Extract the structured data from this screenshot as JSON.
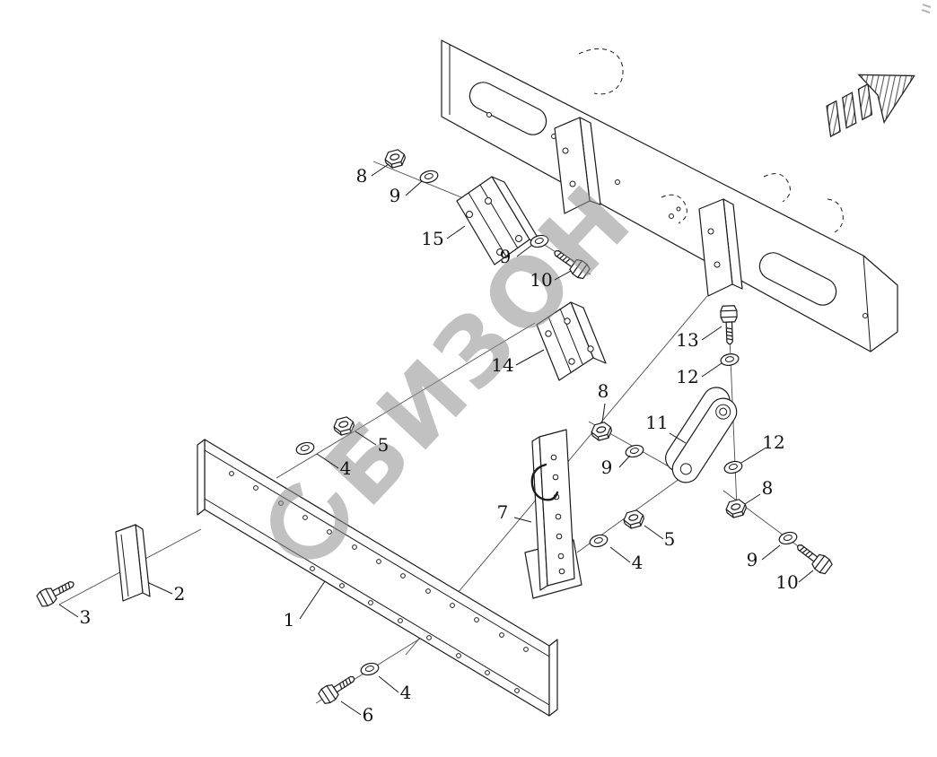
{
  "watermark": {
    "text": "БИЗОН"
  },
  "colors": {
    "background": "#ffffff",
    "ink": "#1a1a1a",
    "watermark": "#8f8f8f"
  },
  "icons": {
    "direction_arrow": "direction-arrow-icon",
    "corner_mark": "corner-mark"
  },
  "callouts": [
    {
      "label": "8"
    },
    {
      "label": "9"
    },
    {
      "label": "15"
    },
    {
      "label": "9"
    },
    {
      "label": "10"
    },
    {
      "label": "14"
    },
    {
      "label": "13"
    },
    {
      "label": "12"
    },
    {
      "label": "8"
    },
    {
      "label": "11"
    },
    {
      "label": "9"
    },
    {
      "label": "12"
    },
    {
      "label": "8"
    },
    {
      "label": "5"
    },
    {
      "label": "4"
    },
    {
      "label": "7"
    },
    {
      "label": "5"
    },
    {
      "label": "4"
    },
    {
      "label": "9"
    },
    {
      "label": "10"
    },
    {
      "label": "2"
    },
    {
      "label": "3"
    },
    {
      "label": "1"
    },
    {
      "label": "4"
    },
    {
      "label": "6"
    }
  ]
}
